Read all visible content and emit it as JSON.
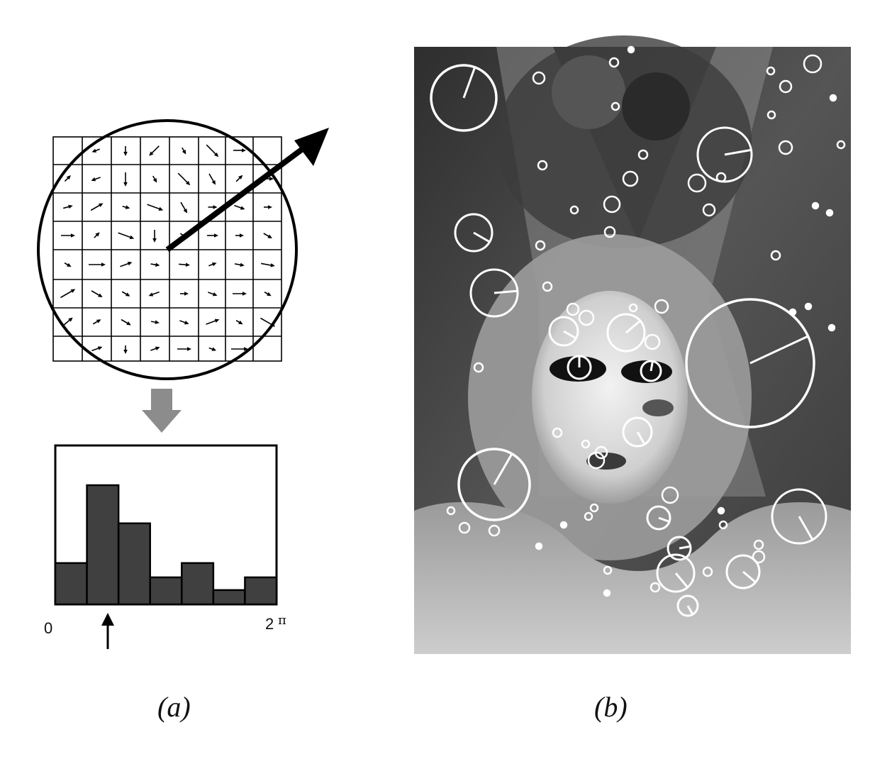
{
  "panel_a": {
    "caption": "(a)",
    "histogram": {
      "x_start_label": "0",
      "x_end_label_num": "2",
      "x_end_label_pi": "π",
      "bin_values": [
        0.26,
        0.75,
        0.51,
        0.17,
        0.26,
        0.09,
        0.17
      ],
      "peak_bin_index": 1
    },
    "colors": {
      "bars": "#404040",
      "flow_arrow": "#8c8c8c",
      "ink": "#000000"
    }
  },
  "panel_b": {
    "caption": "(b)",
    "image_description_hidden": false,
    "colors": {
      "keypoint": "#ffffff"
    }
  }
}
